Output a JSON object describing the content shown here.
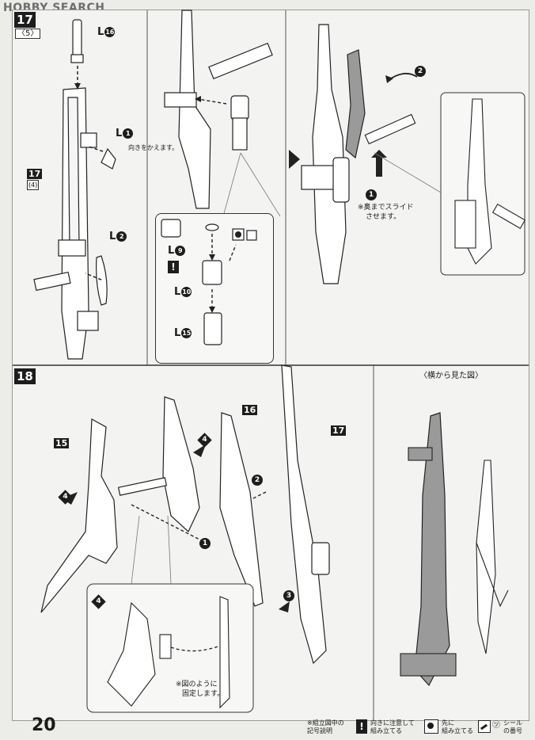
{
  "watermark": "HOBBY SEARCH",
  "page_number": "20",
  "step17": {
    "badge": "17",
    "sub": "5",
    "sub_bracket_open": "〈",
    "sub_bracket_close": "〉",
    "labels": {
      "l16": {
        "letter": "L",
        "num": "16"
      },
      "l1": {
        "letter": "L",
        "num": "1"
      },
      "l2": {
        "letter": "L",
        "num": "2"
      },
      "l9": {
        "letter": "L",
        "num": "9"
      },
      "l10": {
        "letter": "L",
        "num": "10"
      },
      "l15": {
        "letter": "L",
        "num": "15"
      }
    },
    "part_tag": "17",
    "part_tag_sub": "(4)",
    "orientation_note": "向きをかえます。",
    "slide_note_line1": "※奥までスライド",
    "slide_note_line2": "させます。",
    "steps": [
      "1",
      "2"
    ]
  },
  "step18": {
    "badge": "18",
    "part_tags": [
      "15",
      "16",
      "17"
    ],
    "side_view_title": "〈横から見た図〉",
    "steps": [
      "1",
      "2",
      "3",
      "4"
    ],
    "inset_note_line1": "※図のように",
    "inset_note_line2": "固定します。"
  },
  "legend": {
    "title_line1": "※組立図中の",
    "title_line2": "記号説明",
    "item1_line1": "向きに注意して",
    "item1_line2": "組み立てる",
    "item2_line1": "先に",
    "item2_line2": "組み立てる",
    "item3_line1": "シール",
    "item3_line2": "の番号"
  }
}
